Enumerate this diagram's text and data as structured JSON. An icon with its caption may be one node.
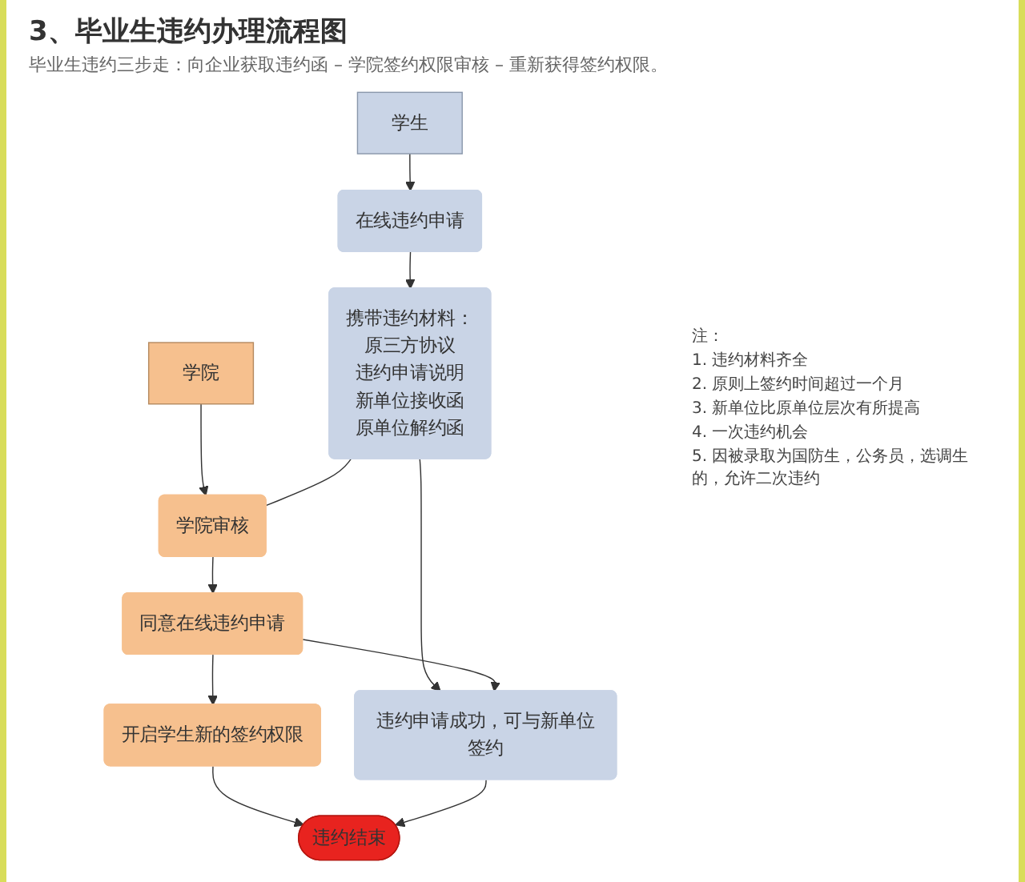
{
  "diagram": {
    "title": "3、毕业生违约办理流程图",
    "nodes": [
      {
        "text": [
          "学院"
        ]
      },
      {
        "text": [
          "学生"
        ]
      },
      {
        "text": [
          "在线违约申请"
        ]
      },
      {
        "text": [
          "学院审核"
        ]
      },
      {
        "text": [
          "携带违约材料：",
          "原三方协议",
          "违约申请说明",
          "新单位接收函",
          "原单位解约函"
        ]
      },
      {
        "text": [
          "同意在线违约申请"
        ]
      },
      {
        "text": [
          "开启学生新的签约权限"
        ]
      },
      {
        "text": [
          "违约申请成功，可与新单位签约"
        ]
      },
      {
        "text": [
          "违约结束"
        ]
      }
    ],
    "edges": [
      {
        "from": 0,
        "to": 3,
        "arrow": "to"
      },
      {
        "from": 1,
        "to": 2,
        "arrow": "to"
      },
      {
        "from": 2,
        "to": 4,
        "arrow": "to"
      },
      {
        "from": 4,
        "to": 3,
        "arrow": "none"
      },
      {
        "from": 3,
        "to": 5,
        "arrow": "to"
      },
      {
        "from": 4,
        "to": 7,
        "arrow": "to"
      },
      {
        "from": 5,
        "to": 7,
        "arrow": "to"
      },
      {
        "from": 5,
        "to": 6,
        "arrow": "to"
      },
      {
        "from": 6,
        "to": 8,
        "arrow": "to"
      },
      {
        "from": 7,
        "to": 8,
        "arrow": "to"
      }
    ],
    "labels": [
      "毕业生违约三步走：向企业获取违约函 – 学院签约权限审核 – 重新获得签约权限。",
      "注：",
      "1. 违约材料齐全",
      "2. 原则上签约时间超过一个月",
      "3. 新单位比原单位层次有所提高",
      "4. 一次违约机会",
      "5. 因被录取为国防生，公务员，选调生的，允许二次违约"
    ]
  }
}
